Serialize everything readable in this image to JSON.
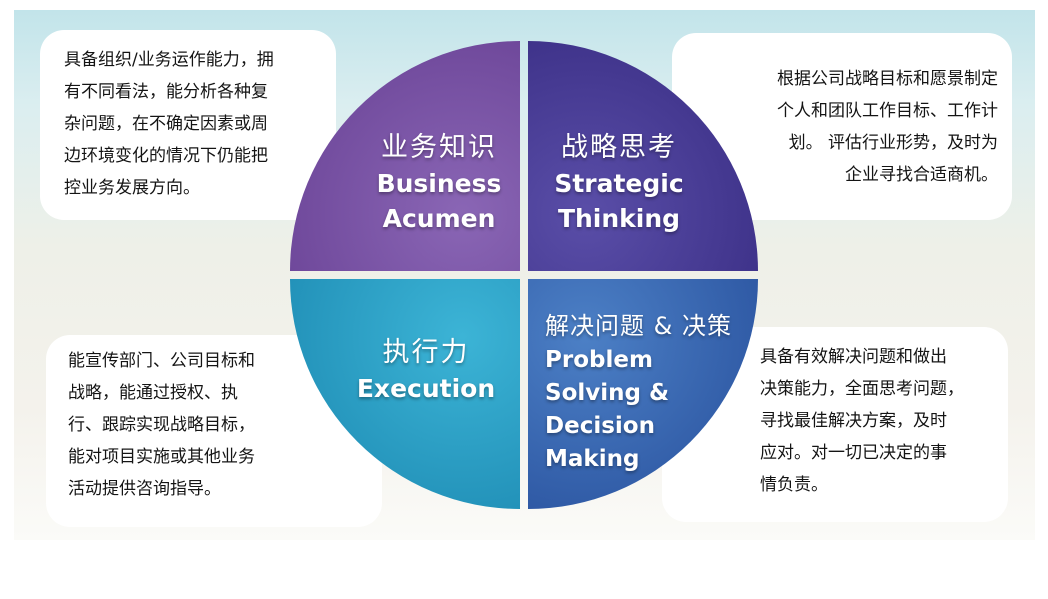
{
  "quadrants": {
    "top_left": {
      "title_zh": "业务知识",
      "title_en": [
        "Business",
        "Acumen"
      ],
      "color": "#7b55a6",
      "description": [
        "具备组织/业务运作能力，拥",
        "有不同看法，能分析各种复",
        "杂问题，在不确定因素或周",
        "边环境变化的情况下仍能把",
        "控业务发展方向。"
      ]
    },
    "top_right": {
      "title_zh": "战略思考",
      "title_en": [
        "Strategic",
        "Thinking"
      ],
      "color": "#4c3f9a",
      "description": [
        "根据公司战略目标和愿景制定",
        "个人和团队工作目标、工作计",
        "划。 评估行业形势，及时为",
        "企业寻找合适商机。"
      ]
    },
    "bottom_left": {
      "title_zh": "执行力",
      "title_en": [
        "Execution"
      ],
      "color": "#2c9fc5",
      "description": [
        "能宣传部门、公司目标和",
        "战略，能通过授权、执",
        "行、跟踪实现战略目标，",
        "能对项目实施或其他业务",
        "活动提供咨询指导。"
      ]
    },
    "bottom_right": {
      "title_zh": "解决问题 & 决策",
      "title_en": [
        "Problem",
        "Solving &",
        "Decision",
        "Making"
      ],
      "color": "#3a69b6",
      "description": [
        "具备有效解决问题和做出",
        "决策能力，全面思考问题，",
        "寻找最佳解决方案，及时",
        "应对。对一切已决定的事",
        "情负责。"
      ]
    }
  }
}
